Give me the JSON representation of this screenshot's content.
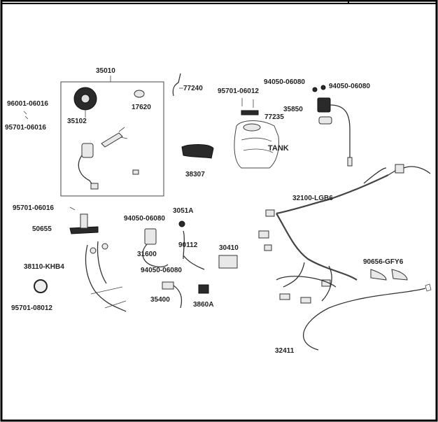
{
  "labels": {
    "p35010": "35010",
    "p96001_06016": "96001-06016",
    "p95701_06016_top": "95701-06016",
    "p35102": "35102",
    "p17620": "17620",
    "p77240": "77240",
    "p95701_06012": "95701-06012",
    "p94050_06080_a": "94050-06080",
    "p94050_06080_b": "94050-06080",
    "p35850": "35850",
    "p77235": "77235",
    "tank": "TANK",
    "p38307": "38307",
    "p32100_lgb6": "32100-LGB6",
    "p95701_06016_mid": "95701-06016",
    "p50655": "50655",
    "p94050_06080_c": "94050-06080",
    "p3051a": "3051A",
    "p90112": "90112",
    "p31600": "31600",
    "p30410": "30410",
    "p94050_06080_d": "94050-06080",
    "p38110_khb4": "38110-KHB4",
    "p90656_gfy6": "90656-GFY6",
    "p95701_08012": "95701-08012",
    "p35400": "35400",
    "p3860a": "3860A",
    "p32411": "32411"
  }
}
